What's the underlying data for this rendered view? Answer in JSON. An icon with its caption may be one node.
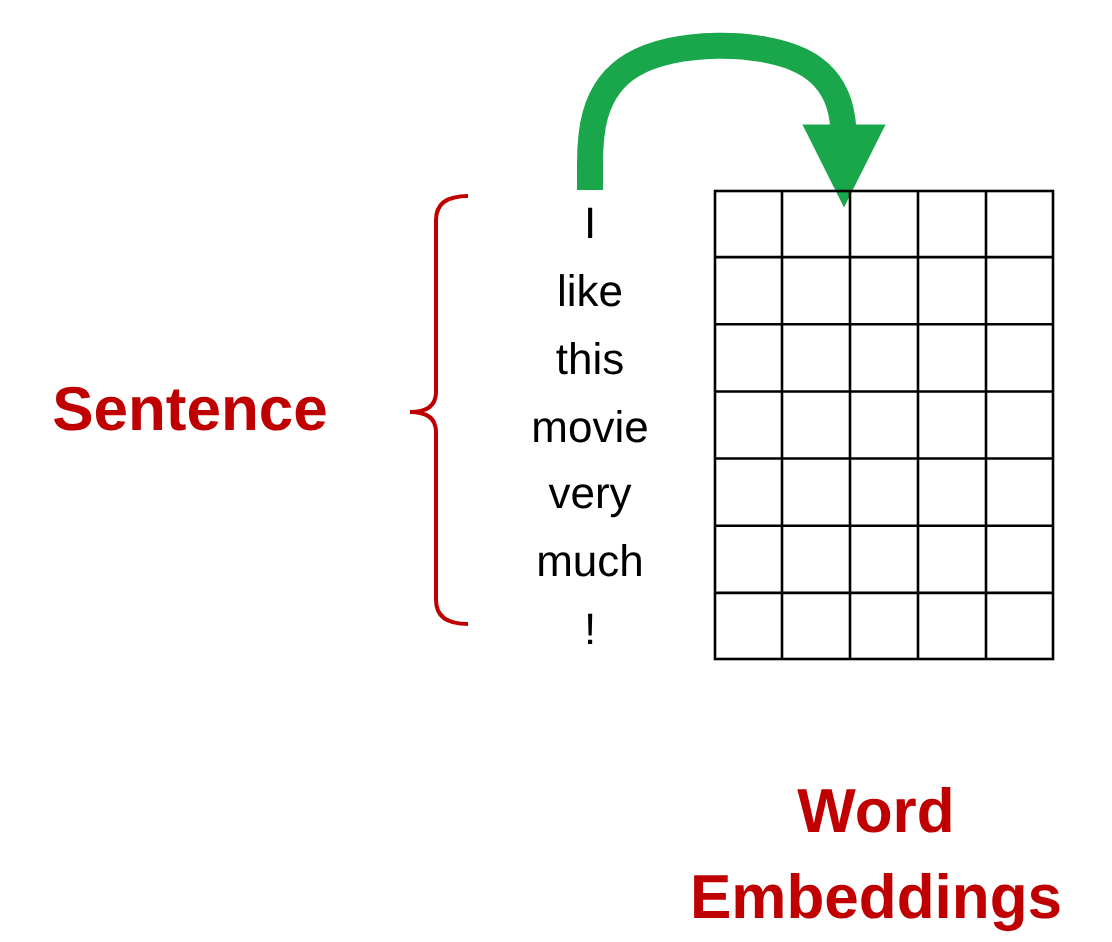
{
  "diagram": {
    "nodes": [
      {
        "text": [
          "I",
          "like",
          "this",
          "movie",
          "very",
          "much",
          "!"
        ]
      },
      {
        "text": [],
        "shape": "grid"
      }
    ],
    "edges": [
      {
        "from": 0,
        "to": 1,
        "arrow": "to"
      }
    ],
    "labels": [
      "Sentence",
      "Word Embeddings"
    ]
  }
}
